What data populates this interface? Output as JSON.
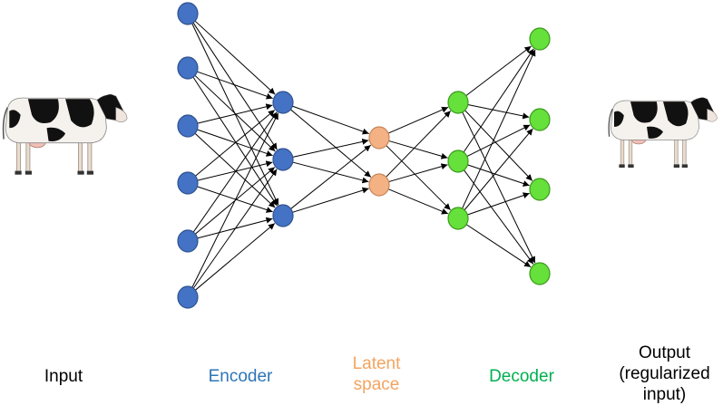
{
  "labels": {
    "input": "Input",
    "encoder": "Encoder",
    "latent_line1": "Latent",
    "latent_line2": "space",
    "decoder": "Decoder",
    "output_line1": "Output",
    "output_line2": "(regularized",
    "output_line3": "input)"
  },
  "layers": [
    {
      "name": "input-layer",
      "nodes": 6,
      "color": "#4472c4"
    },
    {
      "name": "encoder-layer",
      "nodes": 3,
      "color": "#4472c4"
    },
    {
      "name": "latent-layer",
      "nodes": 2,
      "color": "#f4b183"
    },
    {
      "name": "decoder-layer",
      "nodes": 3,
      "color": "#66e03a"
    },
    {
      "name": "output-layer",
      "nodes": 4,
      "color": "#66e03a"
    }
  ],
  "colors": {
    "encoder_text": "#2e75b6",
    "latent_text": "#f4a460",
    "decoder_text": "#00b050",
    "plain_text": "#000000",
    "node_stroke_blue": "#2f528f",
    "node_stroke_orange": "#c5855a",
    "node_stroke_green": "#3a9a1a"
  },
  "images": {
    "input": "cow-image",
    "output": "cow-image"
  }
}
